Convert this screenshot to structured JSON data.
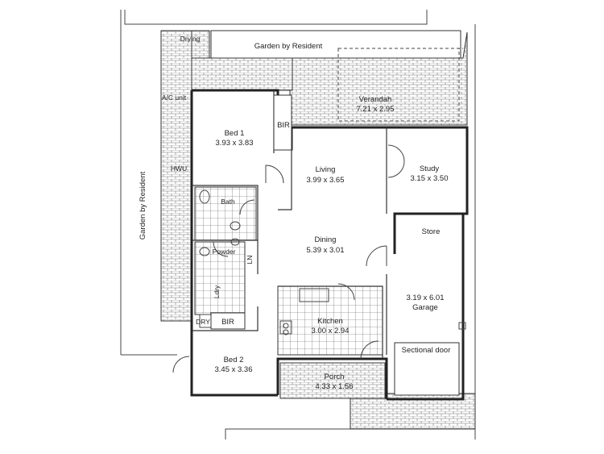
{
  "rooms": {
    "garden_top": {
      "label": "Garden by Resident"
    },
    "garden_side": {
      "label": "Garden by Resident"
    },
    "drying": {
      "label": "Drying"
    },
    "ac_unit": {
      "label": "A/C unit"
    },
    "hwu": {
      "label": "HWU"
    },
    "verandah": {
      "label": "Verandah",
      "dims": "7.21 x 2.95"
    },
    "bed1": {
      "label": "Bed 1",
      "dims": "3.93 x 3.83"
    },
    "bir1": {
      "label": "BIR"
    },
    "living": {
      "label": "Living",
      "dims": "3.99 x 3.65"
    },
    "study": {
      "label": "Study",
      "dims": "3.15 x 3.50"
    },
    "bath": {
      "label": "Bath"
    },
    "powder": {
      "label": "Powder"
    },
    "ln": {
      "label": "LN"
    },
    "ldry": {
      "label": "Ldry"
    },
    "dining": {
      "label": "Dining",
      "dims": "5.39 x 3.01"
    },
    "store": {
      "label": "Store"
    },
    "garage": {
      "label": "Garage",
      "dims": "3.19 x 6.01"
    },
    "kitchen": {
      "label": "Kitchen",
      "dims": "3.00 x 2.94"
    },
    "bir2": {
      "label": "BIR"
    },
    "dry": {
      "label": "DRY"
    },
    "bed2": {
      "label": "Bed 2",
      "dims": "3.45 x 3.36"
    },
    "porch": {
      "label": "Porch",
      "dims": "4.33 x 1.56"
    },
    "sectional_door": {
      "label": "Sectional door"
    }
  }
}
